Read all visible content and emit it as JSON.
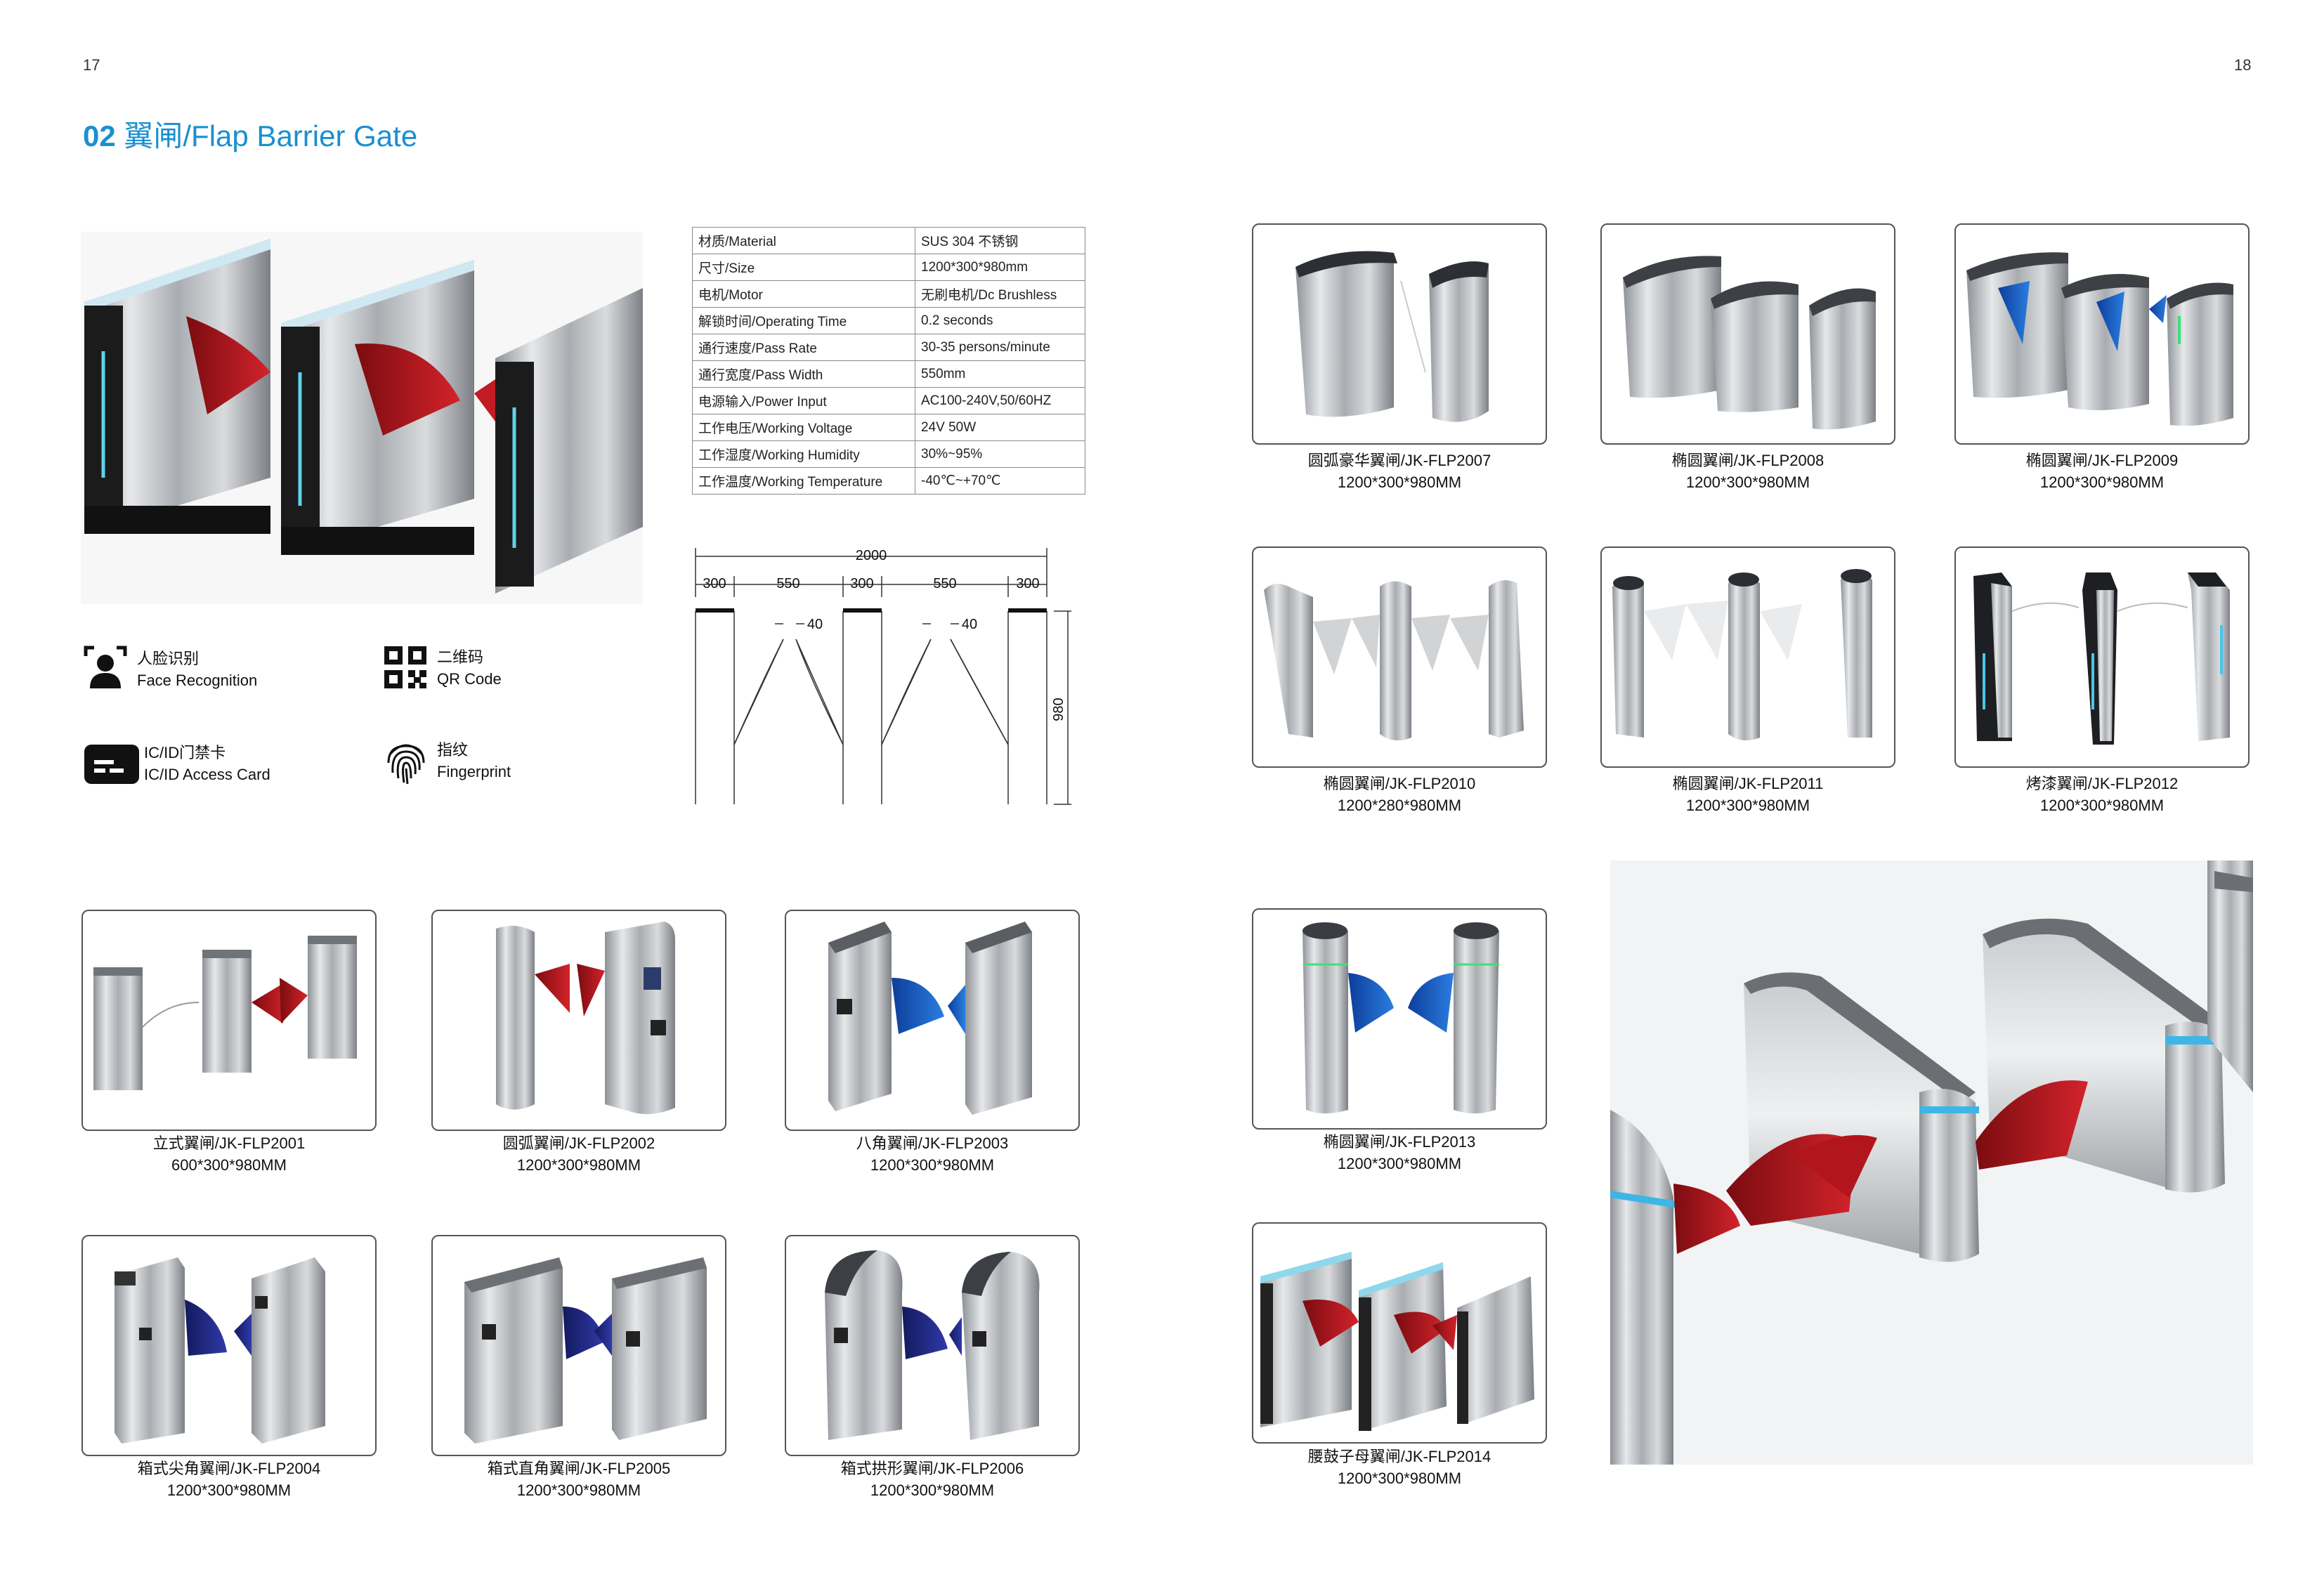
{
  "page_left_number": "17",
  "page_right_number": "18",
  "section_title": {
    "number": "02",
    "text": "翼闸/Flap Barrier Gate"
  },
  "specs": [
    {
      "key": "材质/Material",
      "value": "SUS 304 不锈钢"
    },
    {
      "key": "尺寸/Size",
      "value": "1200*300*980mm"
    },
    {
      "key": "电机/Motor",
      "value": "无刷电机/Dc Brushless"
    },
    {
      "key": "解锁时间/Operating Time",
      "value": "0.2 seconds"
    },
    {
      "key": "通行速度/Pass Rate",
      "value": "30-35 persons/minute"
    },
    {
      "key": "通行宽度/Pass Width",
      "value": "550mm"
    },
    {
      "key": "电源输入/Power Input",
      "value": "AC100-240V,50/60HZ"
    },
    {
      "key": "工作电压/Working Voltage",
      "value": "24V 50W"
    },
    {
      "key": "工作湿度/Working Humidity",
      "value": "30%~95%"
    },
    {
      "key": "工作温度/Working Temperature",
      "value": "-40℃~+70℃"
    }
  ],
  "drawing": {
    "total": "2000",
    "seg1": "300",
    "seg2": "550",
    "seg3": "300",
    "seg4": "550",
    "seg5": "300",
    "gap1": "40",
    "gap2": "40",
    "height": "980"
  },
  "features": [
    {
      "cn": "人脸识别",
      "en": "Face Recognition",
      "icon": "face-icon"
    },
    {
      "cn": "二维码",
      "en": "QR Code",
      "icon": "qr-icon"
    },
    {
      "cn": "IC/ID门禁卡",
      "en": "IC/ID Access Card",
      "icon": "card-icon"
    },
    {
      "cn": "指纹",
      "en": "Fingerprint",
      "icon": "fingerprint-icon"
    }
  ],
  "products": [
    {
      "name": "立式翼闸/JK-FLP2001",
      "size": "600*300*980MM"
    },
    {
      "name": "圆弧翼闸/JK-FLP2002",
      "size": "1200*300*980MM"
    },
    {
      "name": "八角翼闸/JK-FLP2003",
      "size": "1200*300*980MM"
    },
    {
      "name": "箱式尖角翼闸/JK-FLP2004",
      "size": "1200*300*980MM"
    },
    {
      "name": "箱式直角翼闸/JK-FLP2005",
      "size": "1200*300*980MM"
    },
    {
      "name": "箱式拱形翼闸/JK-FLP2006",
      "size": "1200*300*980MM"
    },
    {
      "name": "圆弧豪华翼闸/JK-FLP2007",
      "size": "1200*300*980MM"
    },
    {
      "name": "椭圆翼闸/JK-FLP2008",
      "size": "1200*300*980MM"
    },
    {
      "name": "椭圆翼闸/JK-FLP2009",
      "size": "1200*300*980MM"
    },
    {
      "name": "椭圆翼闸/JK-FLP2010",
      "size": "1200*280*980MM"
    },
    {
      "name": "椭圆翼闸/JK-FLP2011",
      "size": "1200*300*980MM"
    },
    {
      "name": "烤漆翼闸/JK-FLP2012",
      "size": "1200*300*980MM"
    },
    {
      "name": "椭圆翼闸/JK-FLP2013",
      "size": "1200*300*980MM"
    },
    {
      "name": "腰鼓子母翼闸/JK-FLP2014",
      "size": "1200*300*980MM"
    }
  ]
}
